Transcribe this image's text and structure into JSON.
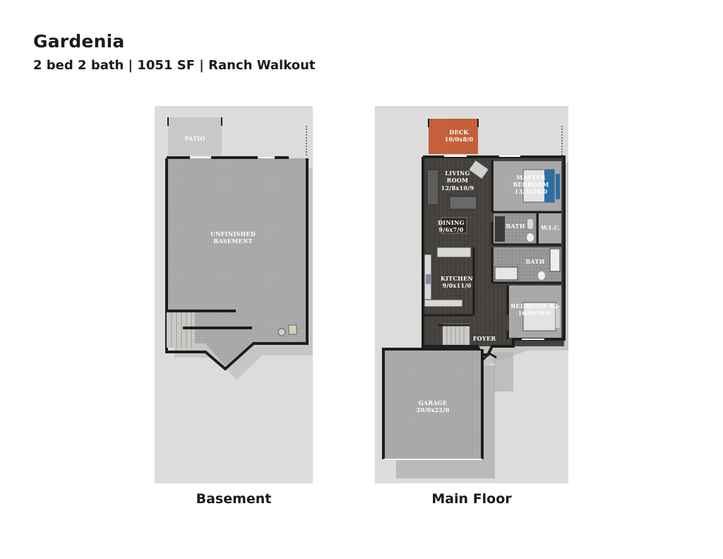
{
  "header": {
    "title": "Gardenia",
    "subtitle": "2 bed 2 bath | 1051 SF | Ranch Walkout"
  },
  "basement": {
    "caption": "Basement",
    "rooms": {
      "patio": "PATIO",
      "unfinished_1": "UNFINISHED",
      "unfinished_2": "BASEMENT"
    }
  },
  "main_floor": {
    "caption": "Main Floor",
    "rooms": {
      "deck_name": "DECK",
      "deck_dim": "10/0x8/0",
      "living_1": "LIVING",
      "living_2": "ROOM",
      "living_dim": "12/8x10/9",
      "master_1": "MASTER",
      "master_2": "BEDROOM",
      "master_dim": "13/3x10/0",
      "dining_name": "DINING",
      "dining_dim": "9/6x7/0",
      "bath_1": "BATH",
      "wic": "W.I.C.",
      "bath_2": "BATH",
      "kitchen_name": "KITCHEN",
      "kitchen_dim": "9/0x11/0",
      "bedroom2_name": "BEDROOM #2",
      "bedroom2_dim": "10/0x10/0",
      "foyer": "FOYER",
      "garage_name": "GARAGE",
      "garage_dim": "20/0x22/0"
    }
  },
  "colors": {
    "panel_bg": "#dcdcdc",
    "floor_gray": "#a9a9ab",
    "wall": "#222222",
    "wood_floor": "#46423e",
    "deck": "#c7633c"
  }
}
